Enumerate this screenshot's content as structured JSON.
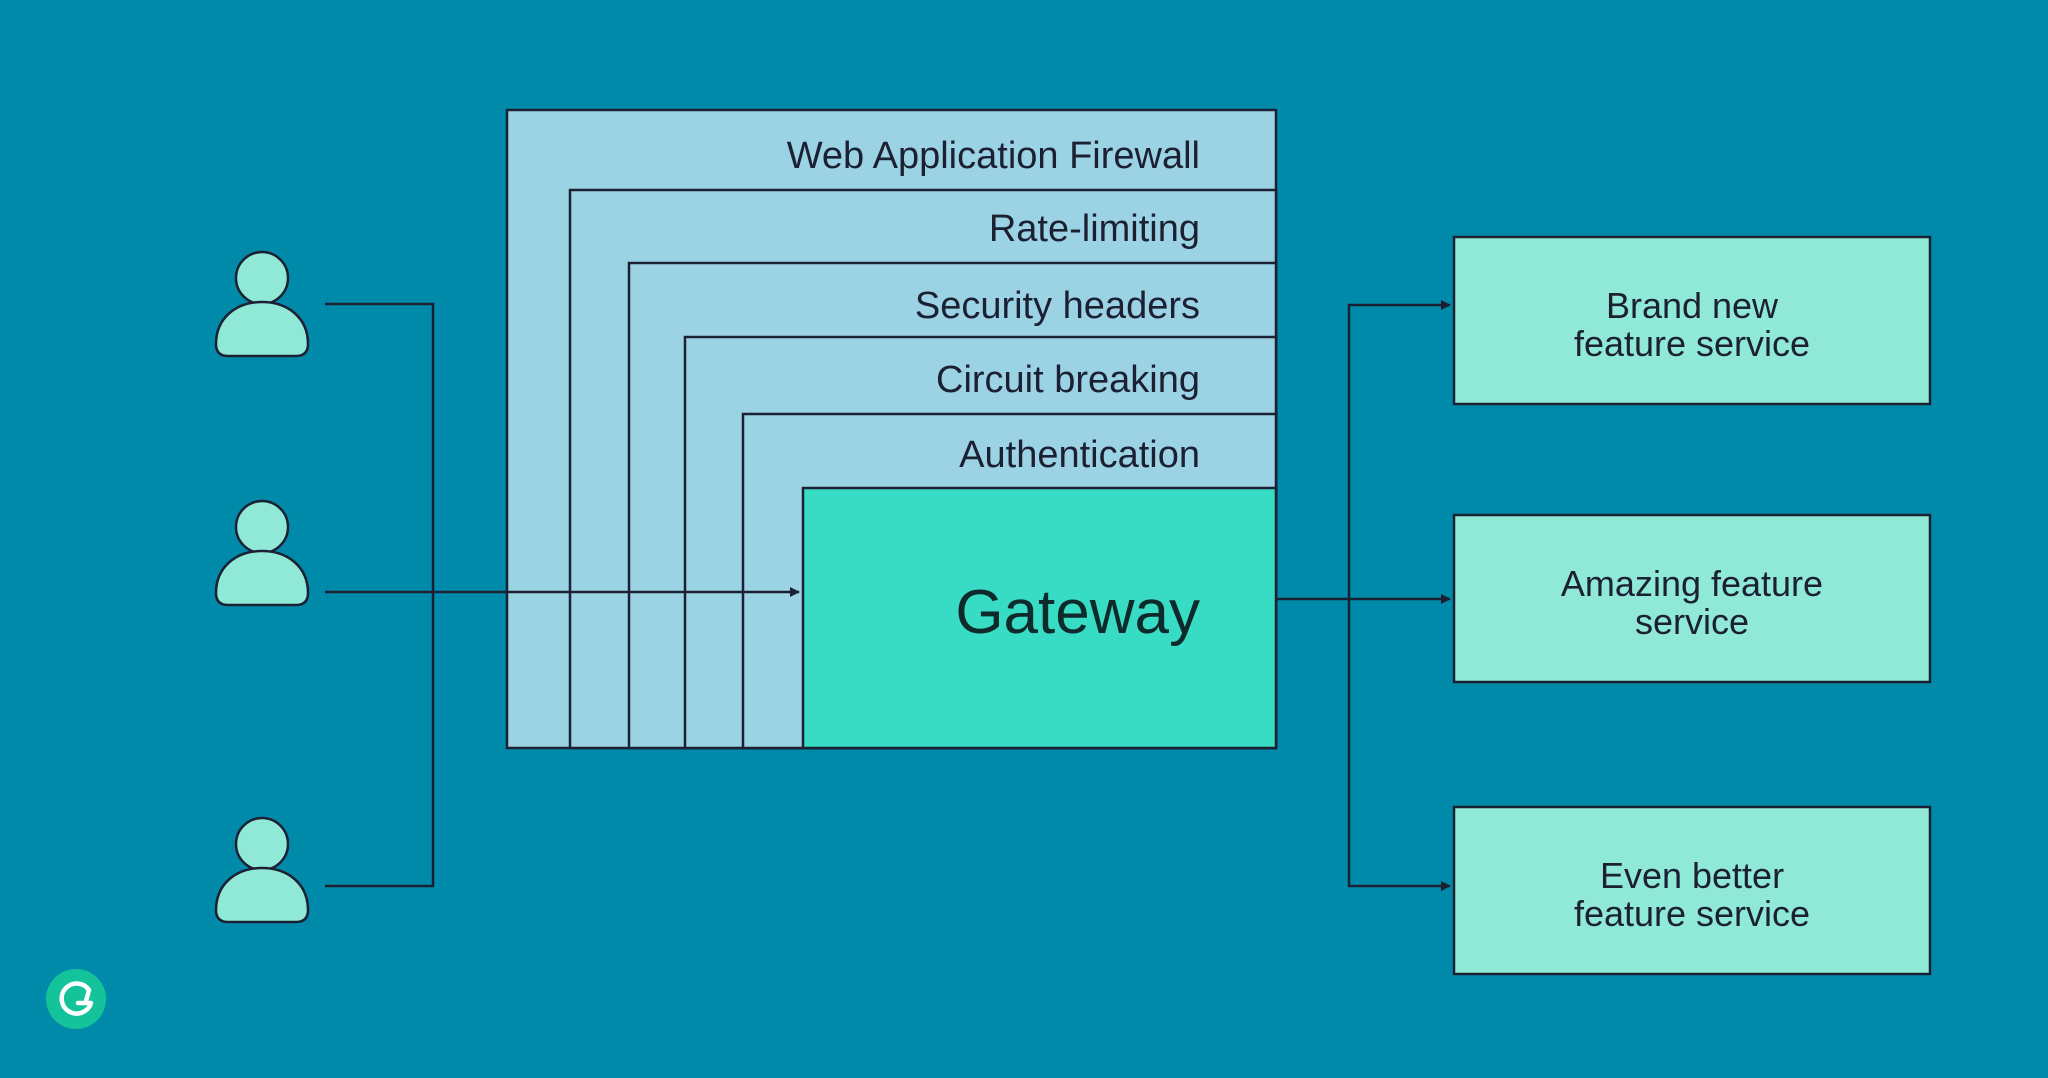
{
  "layers": [
    "Web Application Firewall",
    "Rate-limiting",
    "Security headers",
    "Circuit breaking",
    "Authentication"
  ],
  "gateway": {
    "label": "Gateway"
  },
  "services": [
    {
      "line1": "Brand new",
      "line2": "feature service"
    },
    {
      "line1": "Amazing feature",
      "line2": "service"
    },
    {
      "line1": "Even better",
      "line2": "feature service"
    }
  ],
  "users": [
    "user-icon",
    "user-icon",
    "user-icon"
  ],
  "logo": "grammarly-logo",
  "colors": {
    "background": "#008aaa",
    "layer_fill": "#9cd3e4",
    "gateway_fill": "#38dbc3",
    "service_fill": "#90e9d6",
    "user_fill": "#90e9d6",
    "line": "#1c2033",
    "logo": "#15c39a"
  }
}
